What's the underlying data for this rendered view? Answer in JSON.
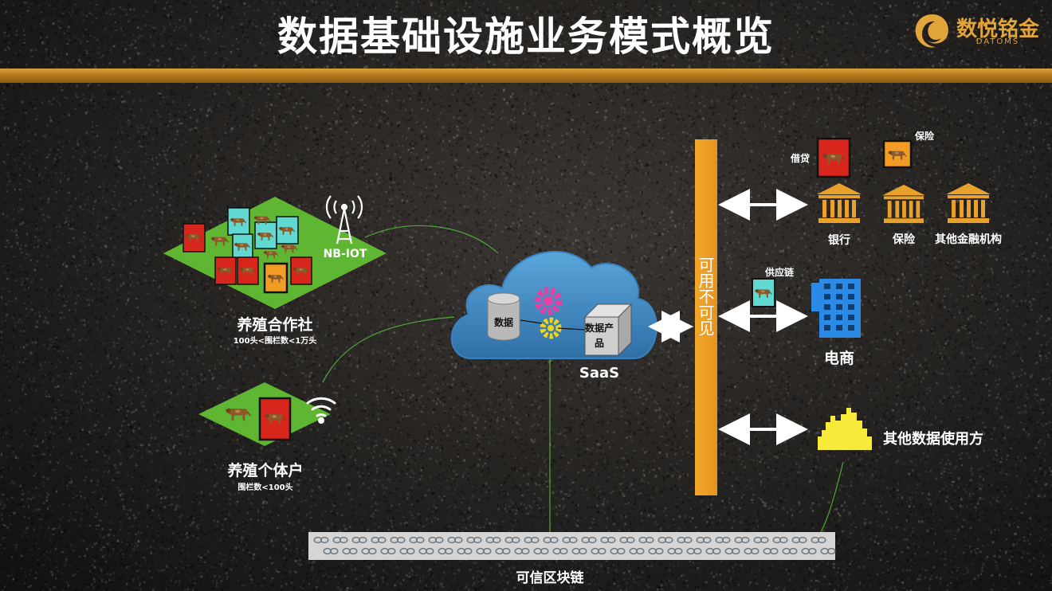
{
  "title": "数据基础设施业务模式概览",
  "logo": {
    "name": "数悦铭金",
    "sub": "DATOMS"
  },
  "cooperative": {
    "label": "养殖合作社",
    "note": "100头<围栏数<1万头"
  },
  "individual": {
    "label": "养殖个体户",
    "note": "围栏数<100头"
  },
  "iot_label": "NB-IOT",
  "cloud": {
    "data_label": "数据",
    "product_label": "数据产品",
    "saas_label": "SaaS"
  },
  "pillar_text": "可用不可见",
  "finance": {
    "loan_label": "借贷",
    "insurance_card_label": "保险",
    "institutions": [
      "银行",
      "保险",
      "其他金融机构"
    ]
  },
  "supply_chain_label": "供应链",
  "ecommerce_label": "电商",
  "other_users_label": "其他数据使用方",
  "blockchain_label": "可信区块链",
  "colors": {
    "gold": "#e2a53a",
    "pillar": "#f2a72a",
    "green": "#5fb632",
    "cloud": "#4b90c7",
    "red_card": "#d8261c",
    "cyan_card": "#5fd9d2",
    "orange_card": "#f29c23",
    "yellow_city": "#f7ea3b",
    "building_blue": "#2b8ae6"
  }
}
